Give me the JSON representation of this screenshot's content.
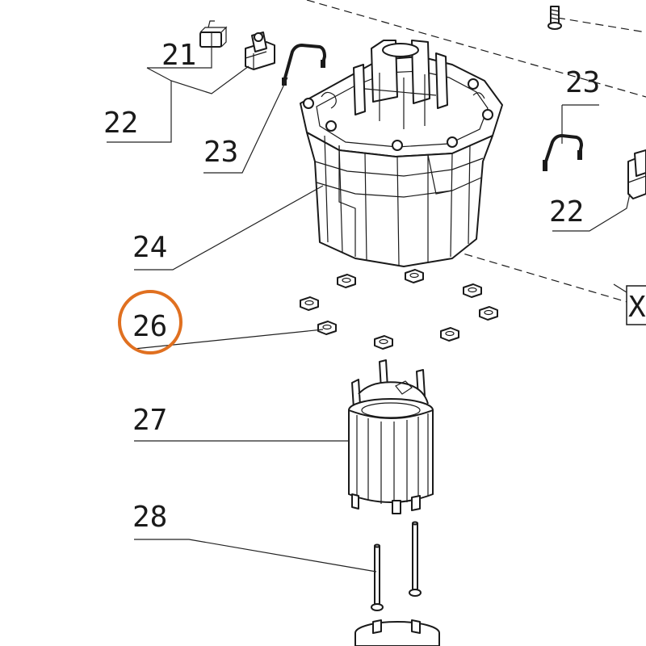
{
  "labels": {
    "l21": "21",
    "l22a": "22",
    "l23a": "23",
    "l23b": "23",
    "l22b": "22",
    "l24": "24",
    "l26": "26",
    "l27": "27",
    "l28": "28",
    "lx": "X"
  },
  "colors": {
    "highlight": "#e07020",
    "ink": "#1a1a1a"
  }
}
